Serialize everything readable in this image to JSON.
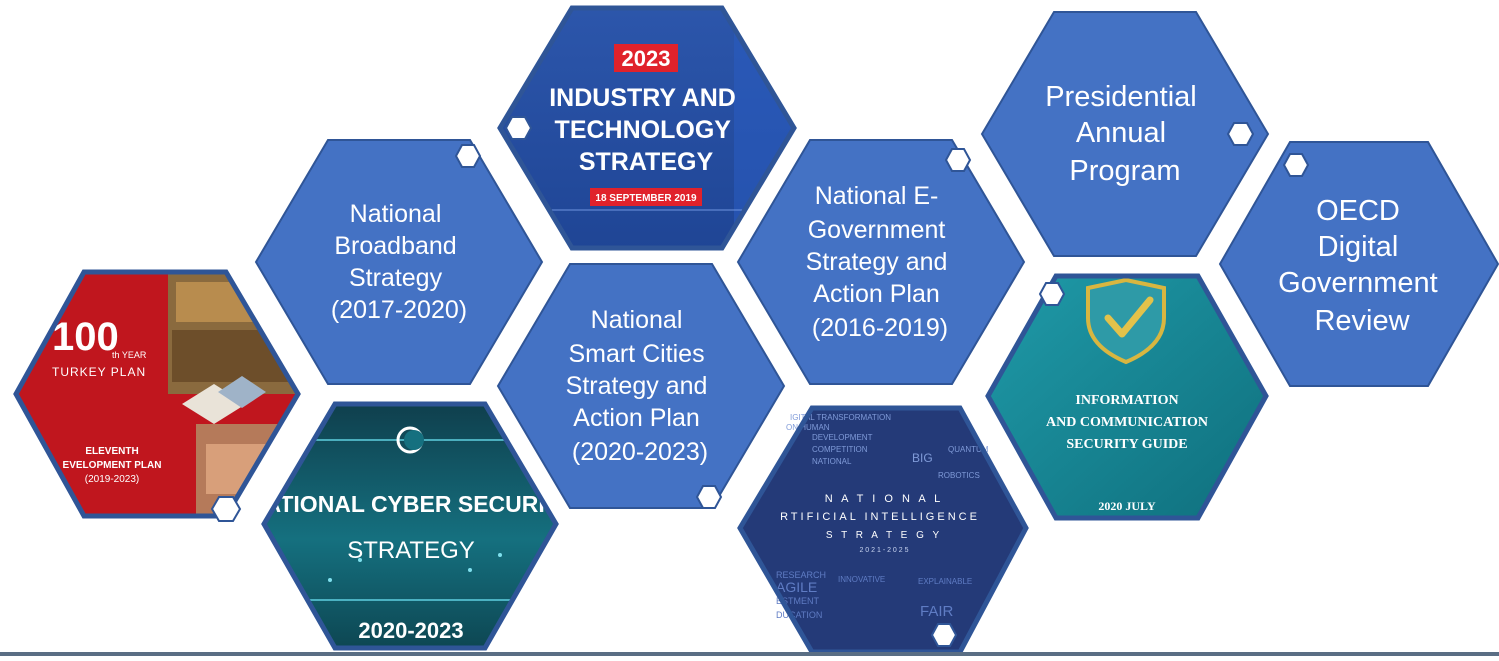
{
  "colors": {
    "hex_fill": "#4472c4",
    "hex_border": "#2f5597",
    "text_on_hex": "#ffffff",
    "red_plan": "#c0161e",
    "teal_dark": "#0e4a56",
    "teal_light": "#1b8a9a",
    "navy_ai": "#243a78",
    "blue_industry": "#2a4fa0"
  },
  "documents": {
    "eleventh_plan": {
      "emblem": "100",
      "emblem_sup": "th YEAR",
      "emblem_sub": "TURKEY PLAN",
      "title_line1": "ELEVENTH",
      "title_line2": "EVELOPMENT PLAN",
      "years": "(2019-2023)"
    },
    "broadband": {
      "lines": [
        "National",
        "Broadband",
        "Strategy",
        "(2017-2020)"
      ]
    },
    "cyber": {
      "title": "NATIONAL CYBER SECURITY",
      "subtitle": "STRATEGY",
      "years": "2020-2023"
    },
    "industry": {
      "year": "2023",
      "lines": [
        "INDUSTRY AND",
        "TECHNOLOGY",
        "STRATEGY"
      ],
      "date": "18 SEPTEMBER 2019"
    },
    "smart_cities": {
      "lines": [
        "National",
        "Smart Cities",
        "Strategy and",
        "Action Plan",
        "(2020-2023)"
      ]
    },
    "egov": {
      "lines": [
        "National E-",
        "Government",
        "Strategy and",
        "Action Plan",
        "(2016-2019)"
      ]
    },
    "ai": {
      "top_words": [
        "IGITAL TRANSFORMATION",
        "ON HUMAN",
        "DEVELOPMENT",
        "COMPETITION",
        "NATIONAL",
        "BIG",
        "QUANTUM",
        "ROBOTICS"
      ],
      "line1": "N A T I O N A L",
      "line2": "RTIFICIAL INTELLIGENCE",
      "line3": "S T R A T E G Y",
      "years": "2 0 2 1 - 2 0 2 5",
      "bottom_words": [
        "RESEARCH",
        "INNOVATIVE",
        "EXPLAINABLE",
        "AGILE",
        "ESTMENT",
        "FAIR",
        "DUCATION"
      ]
    },
    "presidential": {
      "lines": [
        "Presidential",
        "Annual",
        "Program"
      ]
    },
    "ict_guide": {
      "line1": "INFORMATION",
      "line2": "AND COMMUNICATION",
      "line3": "SECURITY GUIDE",
      "date": "2020 JULY"
    },
    "oecd": {
      "lines": [
        "OECD",
        "Digital",
        "Government",
        "Review"
      ]
    }
  }
}
